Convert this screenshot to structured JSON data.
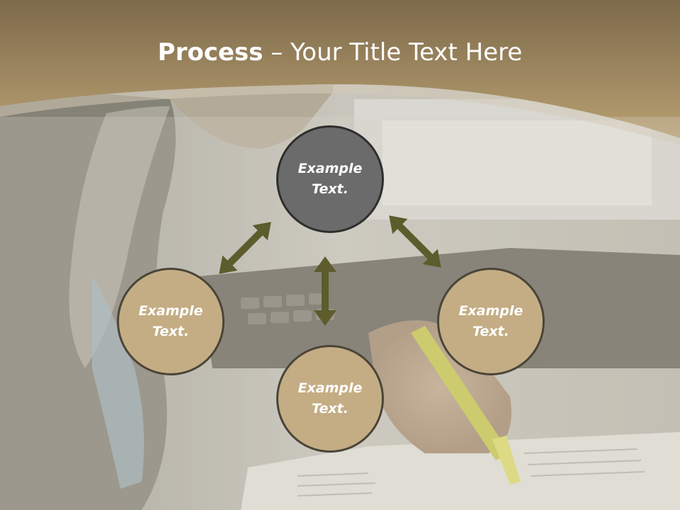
{
  "title": {
    "strong": "Process",
    "dash": " – ",
    "rest": "Your Title Text Here"
  },
  "colors": {
    "header_top": "#7d6a4b",
    "header_bottom": "#b9a072",
    "center_node": "#6b6b6b",
    "outer_node": "#c4ad84",
    "arrow": "#5c5c2c"
  },
  "nodes": [
    {
      "id": "top",
      "label": "Example Text."
    },
    {
      "id": "left",
      "label": "Example Text."
    },
    {
      "id": "right",
      "label": "Example Text."
    },
    {
      "id": "bottom",
      "label": "Example Text."
    }
  ]
}
